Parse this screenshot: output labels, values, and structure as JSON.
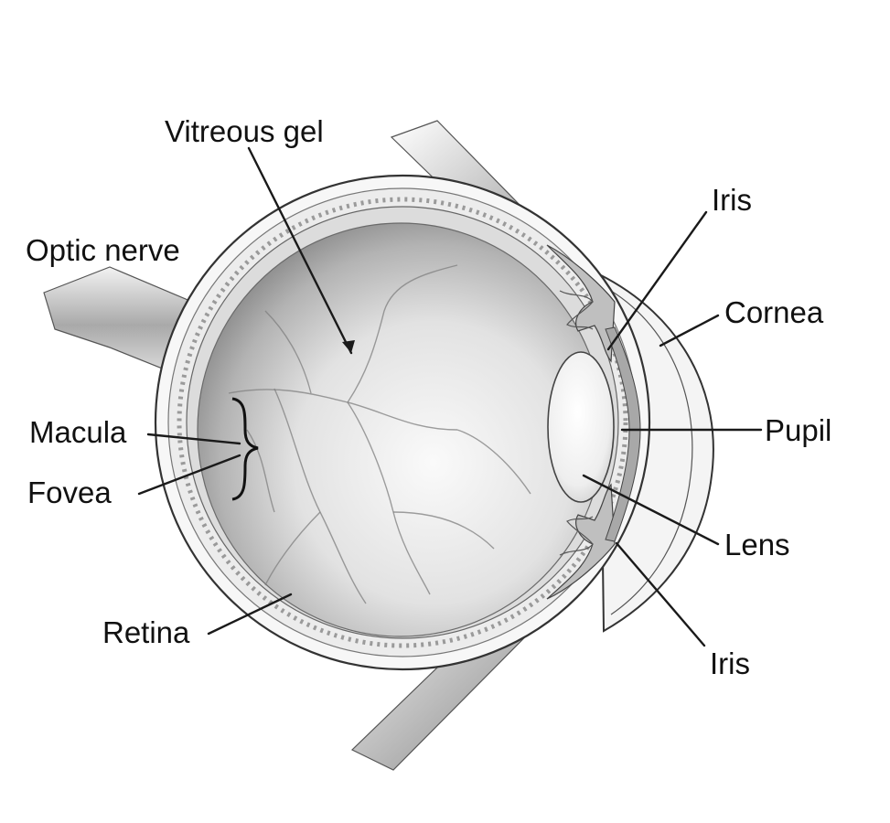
{
  "labels": {
    "vitreous_gel": "Vitreous gel",
    "optic_nerve": "Optic nerve",
    "macula": "Macula",
    "fovea": "Fovea",
    "retina": "Retina",
    "iris_top": "Iris",
    "cornea": "Cornea",
    "pupil": "Pupil",
    "lens": "Lens",
    "iris_bottom": "Iris"
  }
}
